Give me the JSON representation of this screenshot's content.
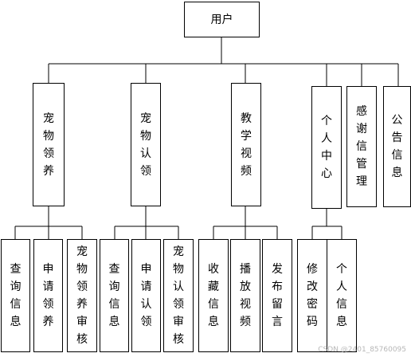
{
  "root": "用户",
  "modules": [
    {
      "label": "宠物领养",
      "children": [
        "查询信息",
        "申请领养",
        "宠物领养审核"
      ]
    },
    {
      "label": "宠物认领",
      "children": [
        "查询信息",
        "申请认领",
        "宠物认领审核"
      ]
    },
    {
      "label": "教学视频",
      "children": [
        "收藏信息",
        "播放视频",
        "发布留言"
      ]
    },
    {
      "label": "个人中心",
      "children": [
        "修改密码",
        "个人信息"
      ]
    },
    {
      "label": "感谢信管理",
      "children": []
    },
    {
      "label": "公告信息",
      "children": []
    }
  ],
  "watermark": "CSDN @2401_85760095"
}
